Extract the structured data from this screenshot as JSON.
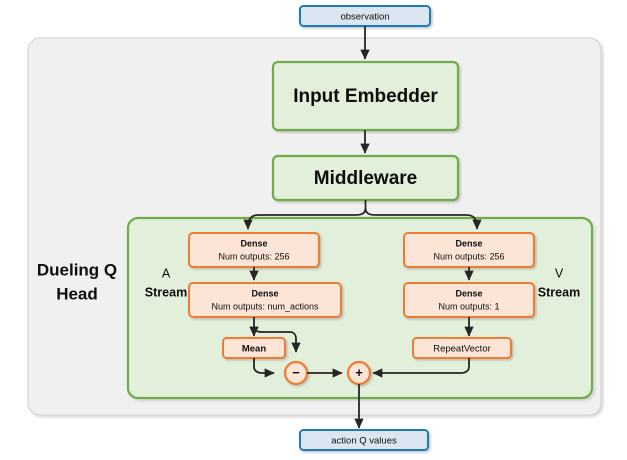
{
  "diagram": {
    "title": "Dueling Q Head",
    "type": "neural-network-architecture",
    "colors": {
      "io_fill": "#dce6f1",
      "io_stroke": "#1f7ac0",
      "stage_fill": "#e2efda",
      "stage_stroke": "#70ad47",
      "dense_fill": "#fce4d6",
      "dense_stroke": "#ed7d31",
      "outer_fill": "#f0f0f0",
      "outer_stroke": "#d0d0d0",
      "head_fill": "#e2efda",
      "head_stroke": "#70ad47",
      "arrow": "#262626",
      "text": "#0d0d0d"
    }
  },
  "io": {
    "input_label": "observation",
    "output_label": "action Q values"
  },
  "stages": [
    {
      "label": "Input Embedder"
    },
    {
      "label": "Middleware"
    }
  ],
  "head": {
    "title_line1": "Dueling Q",
    "title_line2": "Head"
  },
  "streams": [
    {
      "name": "advantage",
      "label_top": "A",
      "label_bottom": "Stream",
      "layers": [
        {
          "title": "Dense",
          "subtitle": "Num outputs: 256"
        },
        {
          "title": "Dense",
          "subtitle": "Num outputs: num_actions"
        }
      ],
      "op_box": "Mean",
      "operator": "−",
      "operator_name": "subtract"
    },
    {
      "name": "value",
      "label_top": "V",
      "label_bottom": "Stream",
      "layers": [
        {
          "title": "Dense",
          "subtitle": "Num outputs: 256"
        },
        {
          "title": "Dense",
          "subtitle": "Num outputs: 1"
        }
      ],
      "op_box": "RepeatVector",
      "operator": "+",
      "operator_name": "add"
    }
  ]
}
